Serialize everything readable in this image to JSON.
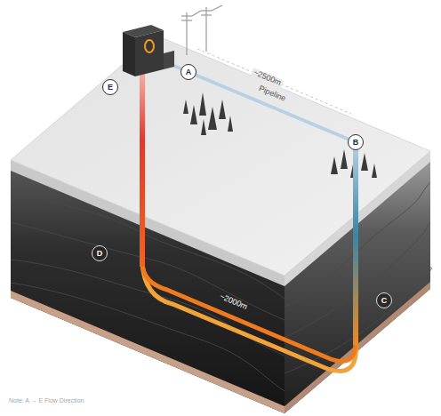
{
  "diagram": {
    "nodes": [
      {
        "text": [
          "A"
        ]
      },
      {
        "text": [
          "B"
        ]
      },
      {
        "text": [
          "C"
        ]
      },
      {
        "text": [
          "D"
        ]
      },
      {
        "text": [
          "E"
        ]
      }
    ],
    "labels": [
      "~2500m",
      "Pipeline",
      "~2000m",
      "Note: A → E Flow Direction"
    ]
  }
}
